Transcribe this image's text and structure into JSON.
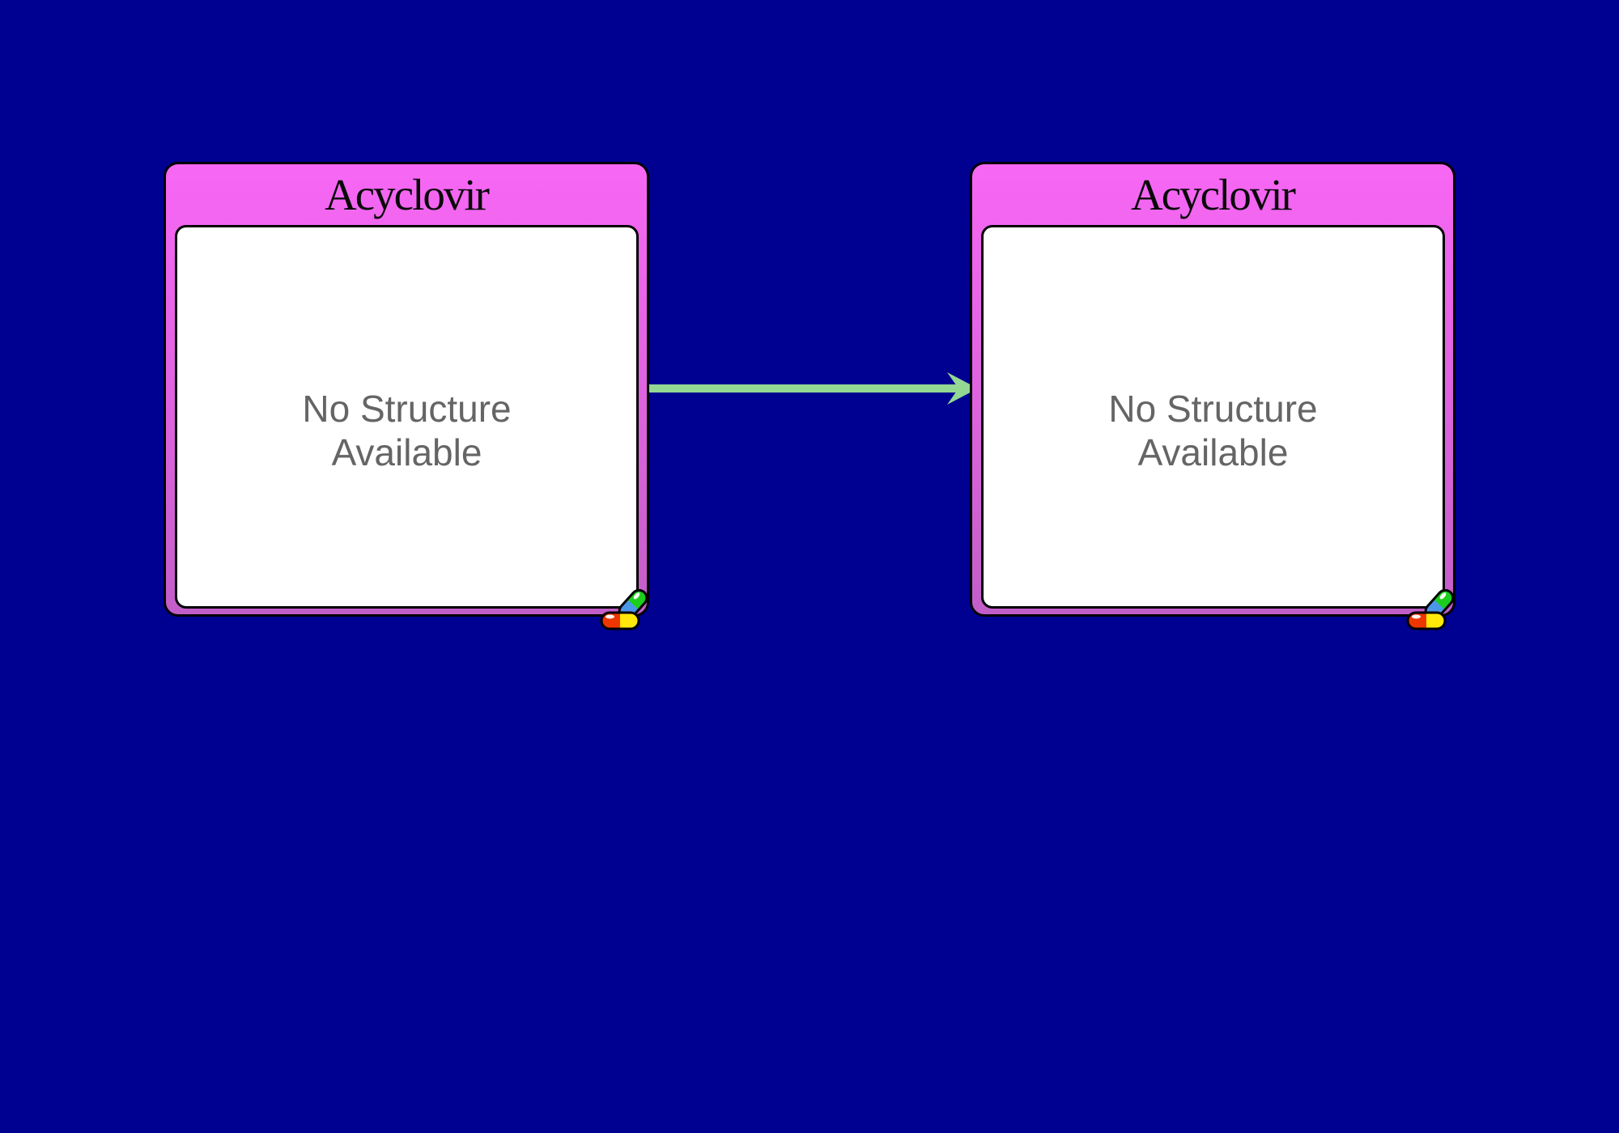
{
  "app": {
    "background_color": "#000091",
    "type": "drug-pathway-diagram"
  },
  "cards": [
    {
      "title": "Acyclovir",
      "body_lines": [
        "No Structure",
        "Available"
      ],
      "icon": "pills-icon",
      "frame_gradient_top": "#F767F5",
      "frame_gradient_bottom": "#C25EC8",
      "panel_color": "#FFFFFF",
      "title_color": "#0A0A0A",
      "body_text_color": "#656565"
    },
    {
      "title": "Acyclovir",
      "body_lines": [
        "No Structure",
        "Available"
      ],
      "icon": "pills-icon",
      "frame_gradient_top": "#F767F5",
      "frame_gradient_bottom": "#C25EC8",
      "panel_color": "#FFFFFF",
      "title_color": "#0A0A0A",
      "body_text_color": "#656565"
    }
  ],
  "arrow": {
    "direction": "left-to-right",
    "color": "#93D893"
  },
  "pill_colors": {
    "capsule_1_top": "#1DCD1D",
    "capsule_1_bottom": "#4A97E8",
    "capsule_2_left": "#EE3700",
    "capsule_2_right": "#FFE80A",
    "outline": "#000000"
  }
}
